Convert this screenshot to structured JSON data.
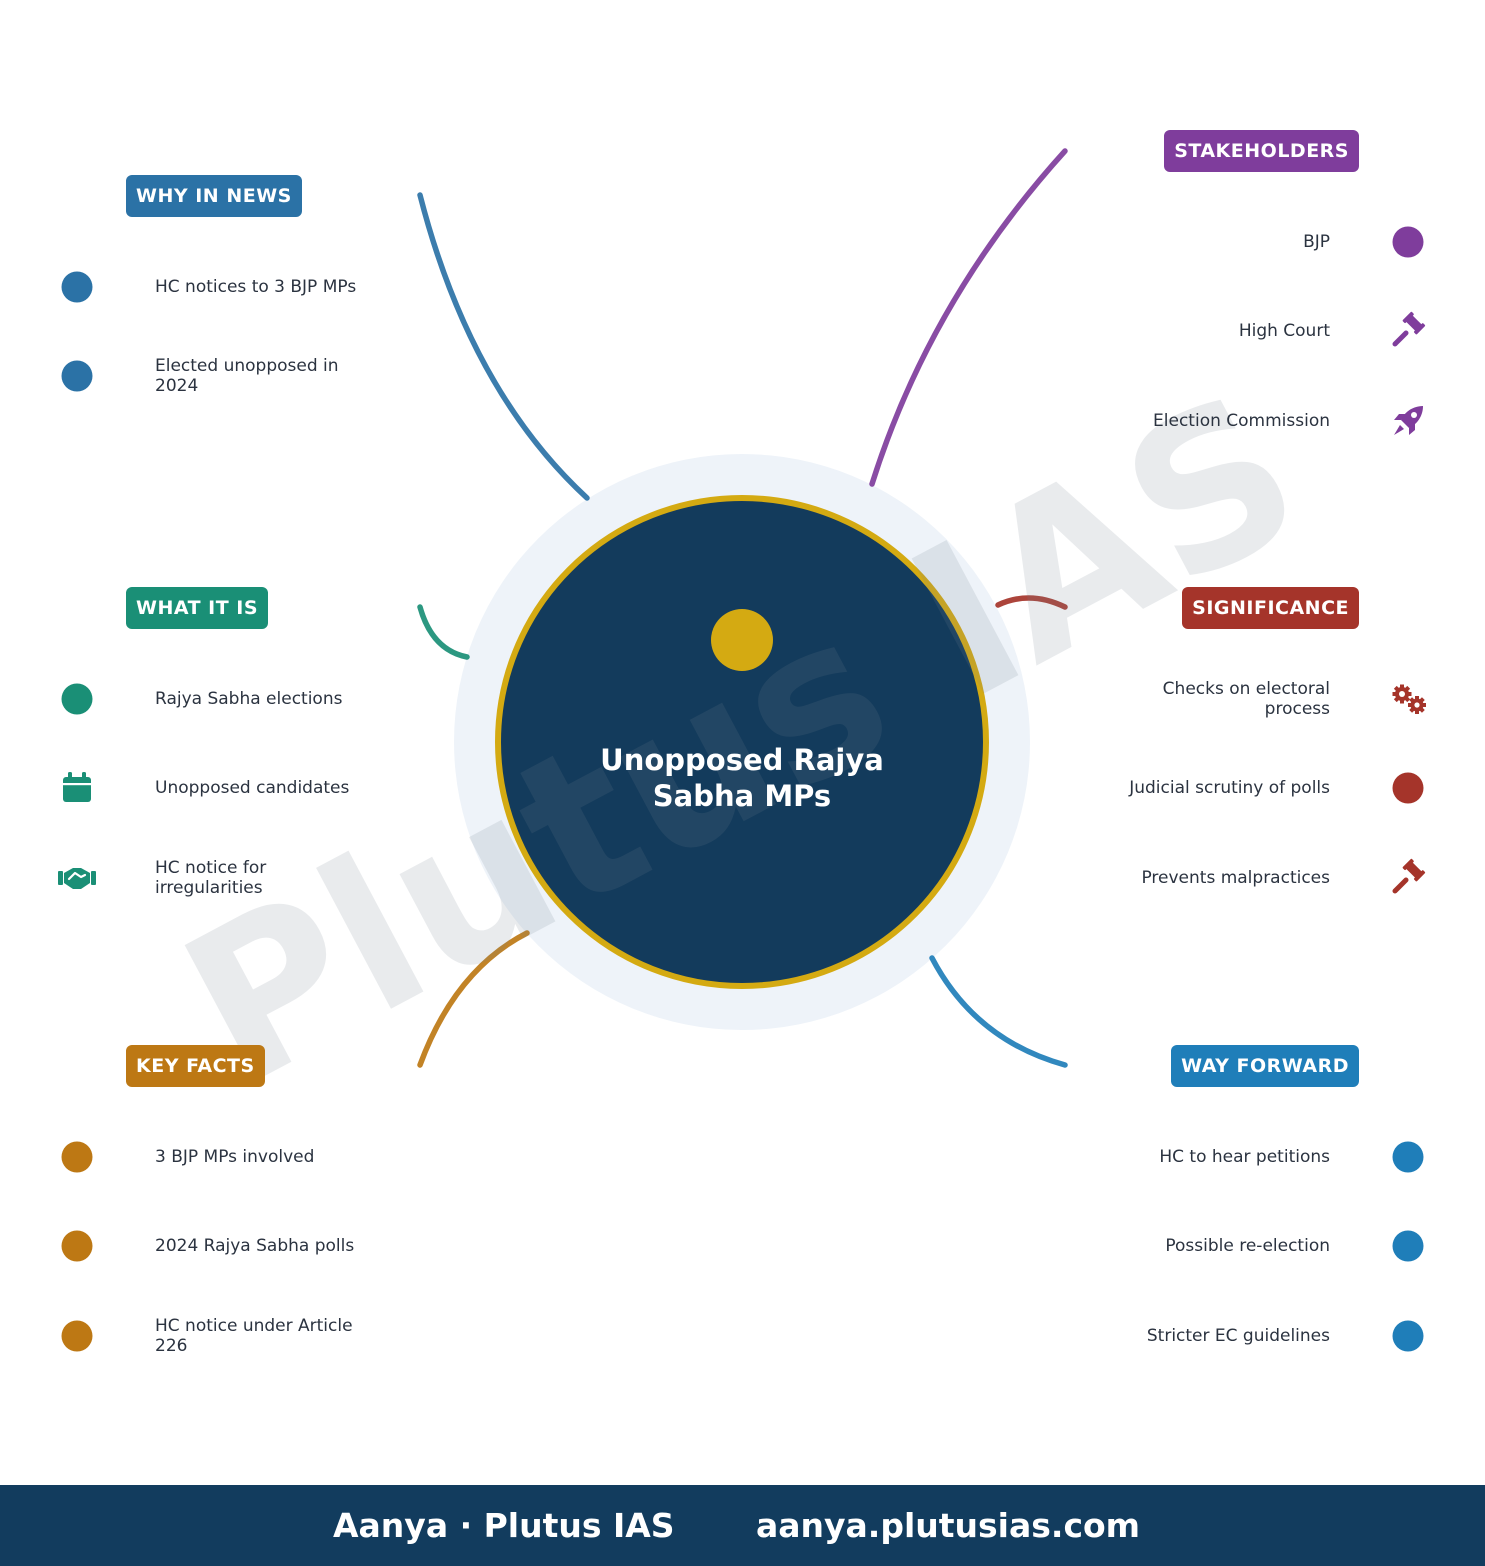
{
  "center": {
    "title": "Unopposed Rajya Sabha MPs",
    "fill": "#133b5c",
    "ring": "#d4aa12",
    "halo": "#eef3f9",
    "icon": "circle-icon"
  },
  "branches": [
    {
      "id": "why-in-news",
      "label": "WHY IN NEWS",
      "color": "#2b72a6",
      "items": [
        {
          "text": "HC notices to 3 BJP MPs",
          "icon": "circle-icon"
        },
        {
          "text": "Elected unopposed in 2024",
          "icon": "circle-icon"
        }
      ]
    },
    {
      "id": "what-it-is",
      "label": "WHAT IT IS",
      "color": "#1a8f76",
      "items": [
        {
          "text": "Rajya Sabha elections",
          "icon": "circle-icon"
        },
        {
          "text": "Unopposed candidates",
          "icon": "calendar-icon"
        },
        {
          "text": "HC notice for irregularities",
          "icon": "handshake-icon"
        }
      ]
    },
    {
      "id": "key-facts",
      "label": "KEY FACTS",
      "color": "#bd7814",
      "items": [
        {
          "text": "3 BJP MPs involved",
          "icon": "circle-icon"
        },
        {
          "text": "2024 Rajya Sabha polls",
          "icon": "circle-icon"
        },
        {
          "text": "HC notice under Article 226",
          "icon": "circle-icon"
        }
      ]
    },
    {
      "id": "stakeholders",
      "label": "STAKEHOLDERS",
      "color": "#7f3d9c",
      "items": [
        {
          "text": "BJP",
          "icon": "circle-icon"
        },
        {
          "text": "High Court",
          "icon": "gavel-icon"
        },
        {
          "text": "Election Commission",
          "icon": "rocket-icon"
        }
      ]
    },
    {
      "id": "significance",
      "label": "SIGNIFICANCE",
      "color": "#a5342a",
      "items": [
        {
          "text": "Checks on electoral process",
          "icon": "gears-icon"
        },
        {
          "text": "Judicial scrutiny of polls",
          "icon": "circle-icon"
        },
        {
          "text": "Prevents malpractices",
          "icon": "gavel-icon"
        }
      ]
    },
    {
      "id": "way-forward",
      "label": "WAY FORWARD",
      "color": "#1f7eb9",
      "items": [
        {
          "text": "HC to hear petitions",
          "icon": "circle-icon"
        },
        {
          "text": "Possible re-election",
          "icon": "circle-icon"
        },
        {
          "text": "Stricter EC guidelines",
          "icon": "circle-icon"
        }
      ]
    }
  ],
  "watermark": "Plutus IAS",
  "footer": {
    "left": "Aanya · Plutus IAS",
    "right": "aanya.plutusias.com"
  }
}
